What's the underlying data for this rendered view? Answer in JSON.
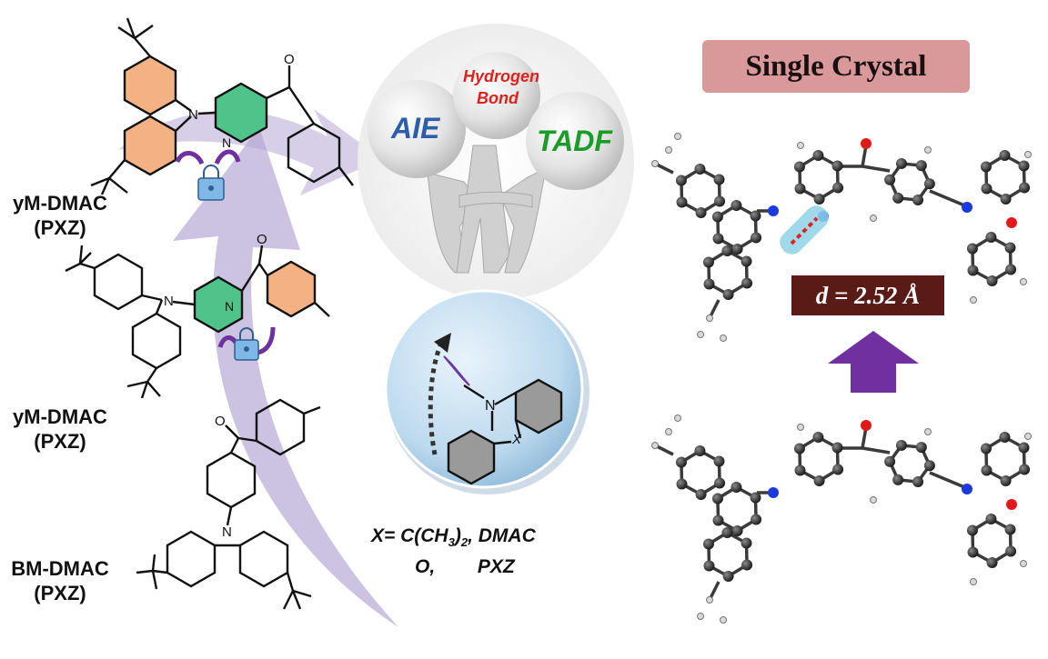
{
  "molecule_labels": [
    {
      "line1": "yM-DMAC",
      "line2": "(PXZ)"
    },
    {
      "line1": "yM-DMAC",
      "line2": "(PXZ)"
    },
    {
      "line1": "BM-DMAC",
      "line2": "(PXZ)"
    }
  ],
  "concepts": {
    "aie": "AIE",
    "hydrogen_bond_1": "Hydrogen",
    "hydrogen_bond_2": "Bond",
    "tadf": "TADF"
  },
  "substituent": {
    "prefix": "X= C(CH",
    "sub": "3",
    "suffix": ")",
    "sub2": "2",
    "after": ", DMAC",
    "line2": "O,        PXZ"
  },
  "ring_atoms": {
    "n": "N",
    "x": "X",
    "o": "O"
  },
  "crystal": {
    "title": "Single Crystal",
    "distance": "d = 2.52 Å"
  },
  "colors": {
    "orange": "#f4b183",
    "green": "#4fc389",
    "lock": "#7fb7e6",
    "arrow": "#7030a0",
    "aie": "#2e5ea8",
    "hb": "#e0201b",
    "tadf": "#1a9c2a"
  }
}
